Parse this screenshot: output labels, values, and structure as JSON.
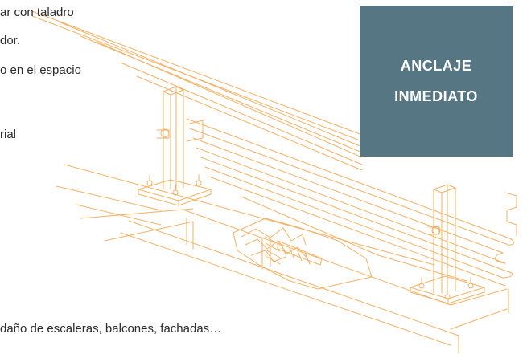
{
  "text_lines": {
    "line1": "ar con taladro",
    "line2": "dor.",
    "line3": "o en el espacio",
    "line4": "rial",
    "line5": "daño de escaleras, balcones, fachadas…"
  },
  "badge": {
    "line1": "ANCLAJE",
    "line2": "INMEDIATO"
  },
  "colors": {
    "badge_background": "#557682",
    "drawing_stroke": "#f2b266",
    "text": "#2b2b2b"
  }
}
